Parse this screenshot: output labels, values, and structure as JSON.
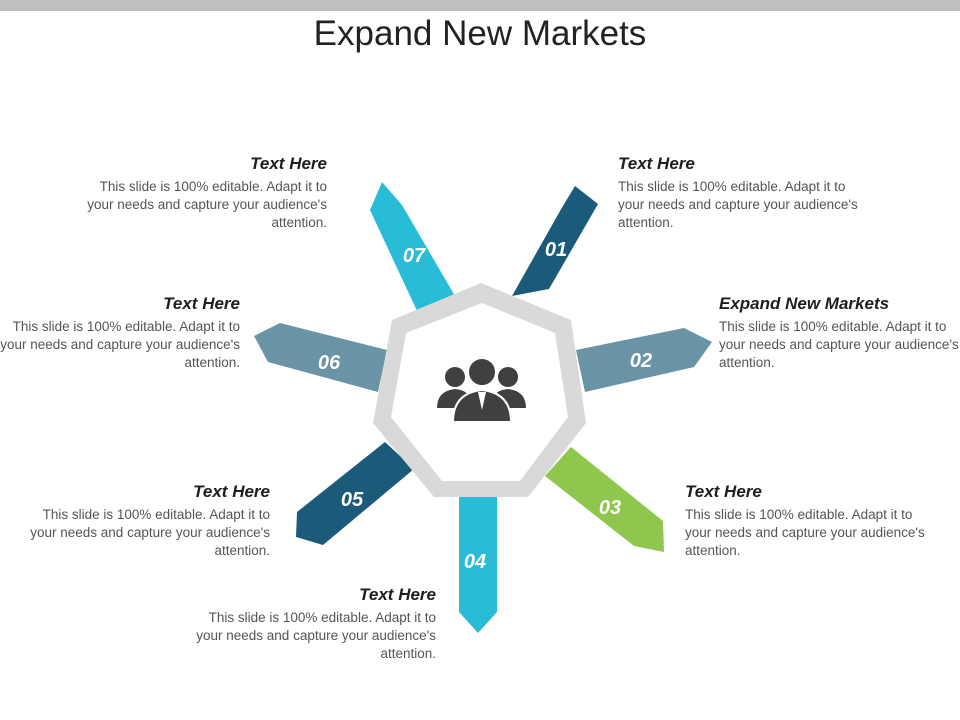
{
  "title": "Expand New Markets",
  "colors": {
    "dark_navy": "#1b5a78",
    "steel_blue": "#6a93a6",
    "green": "#8fc74e",
    "cyan": "#29bcd7",
    "hub_ring": "#d9d9d9",
    "people_icon": "#404040"
  },
  "center_icon": "people-group-icon",
  "arms": [
    {
      "number": "01",
      "color": "#1b5a78"
    },
    {
      "number": "02",
      "color": "#6a93a6"
    },
    {
      "number": "03",
      "color": "#8fc74e"
    },
    {
      "number": "04",
      "color": "#29bcd7"
    },
    {
      "number": "05",
      "color": "#1b5a78"
    },
    {
      "number": "06",
      "color": "#6a93a6"
    },
    {
      "number": "07",
      "color": "#29bcd7"
    }
  ],
  "blocks": [
    {
      "heading": "Text Here",
      "body": "This slide is 100% editable. Adapt it to your needs and capture your audience's attention."
    },
    {
      "heading": "Expand New Markets",
      "body": "This slide is 100% editable. Adapt it to your needs and capture your audience's attention."
    },
    {
      "heading": "Text Here",
      "body": "This slide is 100% editable. Adapt it to your needs and capture your audience's attention."
    },
    {
      "heading": "Text Here",
      "body": "This slide is 100% editable. Adapt it to your needs and capture your audience's attention."
    },
    {
      "heading": "Text Here",
      "body": "This slide is 100% editable. Adapt it to your needs and capture your audience's attention."
    },
    {
      "heading": "Text Here",
      "body": "This slide is 100% editable. Adapt it to your needs and capture your audience's attention."
    },
    {
      "heading": "Text Here",
      "body": "This slide is 100% editable. Adapt it to your needs and capture your audience's attention."
    }
  ]
}
